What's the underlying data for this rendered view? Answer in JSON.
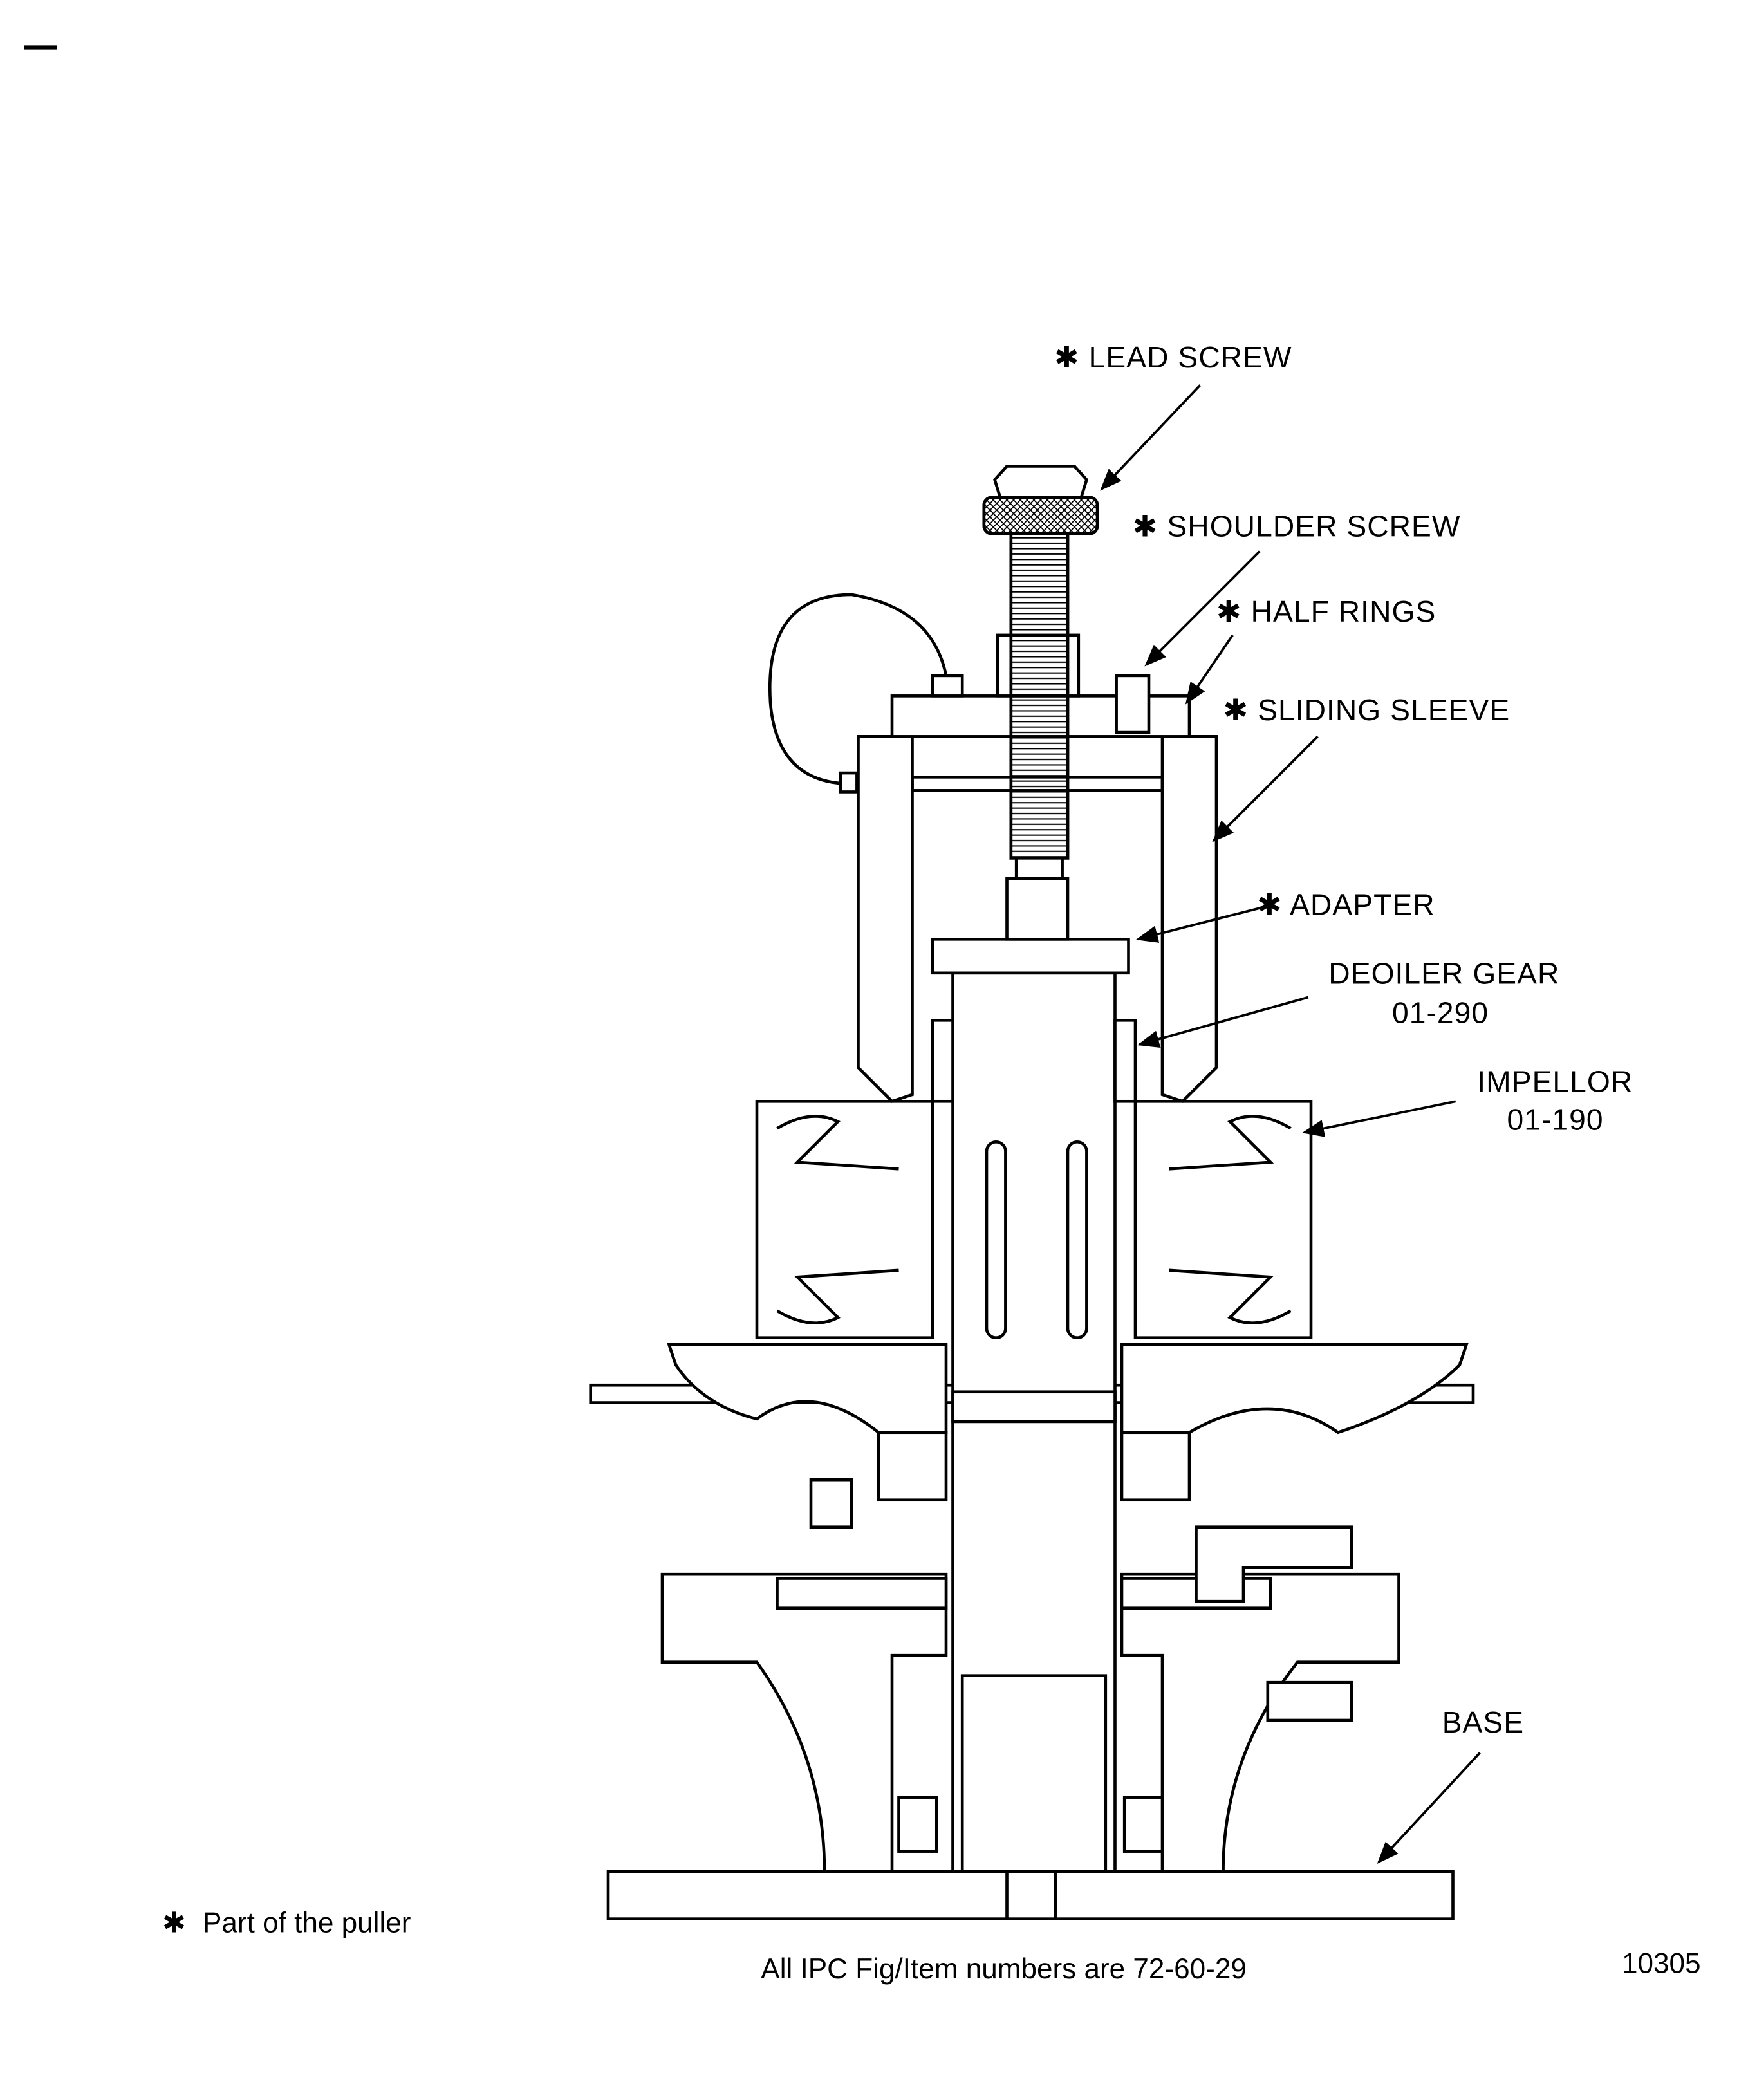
{
  "figure": {
    "figure_number": "10305",
    "footer_note": "All IPC Fig/Item numbers are 72-60-29",
    "legend": {
      "symbol": "✱",
      "text": "Part of the puller"
    },
    "labels": [
      {
        "id": "lead-screw",
        "text": "✱ LEAD SCREW"
      },
      {
        "id": "shoulder-screw",
        "text": "✱ SHOULDER SCREW"
      },
      {
        "id": "half-rings",
        "text": "✱ HALF RINGS"
      },
      {
        "id": "sliding-sleeve",
        "text": "✱ SLIDING SLEEVE"
      },
      {
        "id": "adapter",
        "text": "✱ ADAPTER"
      },
      {
        "id": "deoiler-gear",
        "text": "DEOILER GEAR",
        "part_number": "01-290"
      },
      {
        "id": "impellor",
        "text": "IMPELLOR",
        "part_number": "01-190"
      },
      {
        "id": "base",
        "text": "BASE"
      }
    ]
  }
}
